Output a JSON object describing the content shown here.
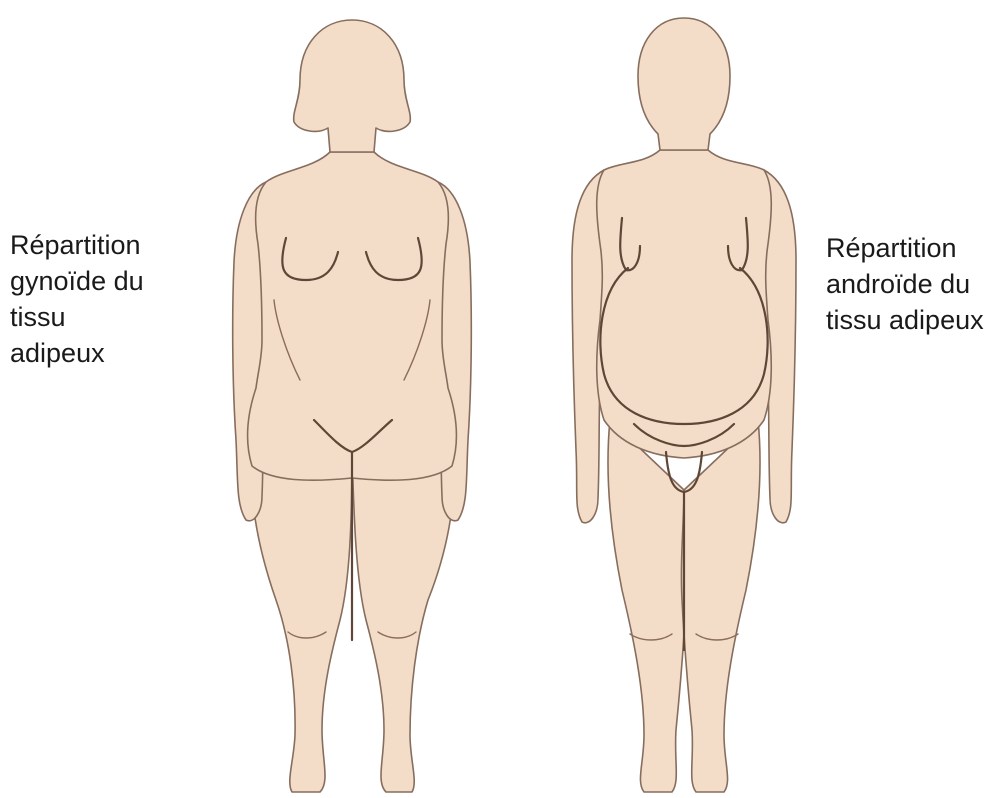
{
  "captions": {
    "left": [
      "Répartition",
      "gynoïde du",
      "tissu",
      "adipeux"
    ],
    "right": [
      "Répartition",
      "androïde du",
      "tissu adipeux"
    ]
  },
  "colors": {
    "skin": "#f3ddc9",
    "outline": "#876d5d",
    "fold": "#5f4636",
    "text": "#1a1a1a"
  }
}
